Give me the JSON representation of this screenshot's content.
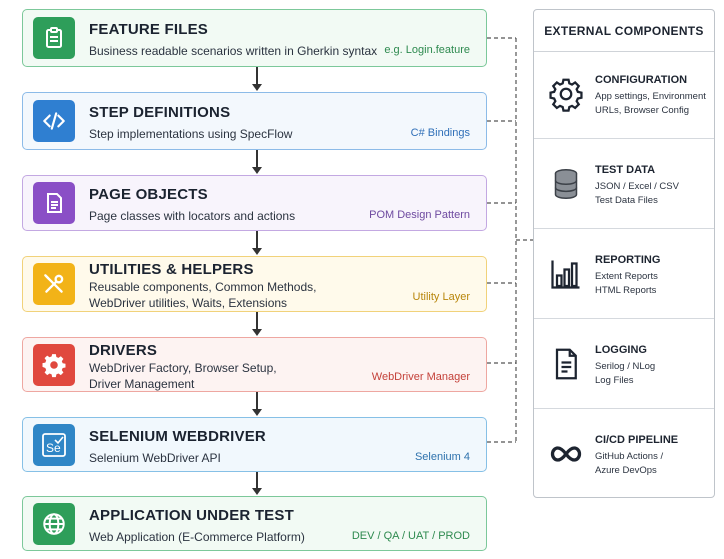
{
  "layers": [
    {
      "title": "FEATURE FILES",
      "desc": [
        "Business readable scenarios written in Gherkin syntax"
      ],
      "tag": "e.g. Login.feature",
      "icon": "clipboard-icon",
      "accent": "#2e9e5a",
      "bg": "#f2faf4",
      "border": "#7cc89a",
      "tag_color": "#2e8a4f"
    },
    {
      "title": "STEP DEFINITIONS",
      "desc": [
        "Step implementations using SpecFlow"
      ],
      "tag": "C# Bindings",
      "icon": "code-icon",
      "accent": "#2f7fd1",
      "bg": "#f3f8fd",
      "border": "#8cbbe8",
      "tag_color": "#2f6fb8"
    },
    {
      "title": "PAGE OBJECTS",
      "desc": [
        "Page classes with locators and actions"
      ],
      "tag": "POM Design Pattern",
      "icon": "document-icon",
      "accent": "#8a4fc6",
      "bg": "#f8f4fc",
      "border": "#c3a8e2",
      "tag_color": "#6e4aa0"
    },
    {
      "title": "UTILITIES & HELPERS",
      "desc": [
        "Reusable components, Common Methods,",
        "WebDriver utilities, Waits, Extensions"
      ],
      "tag": "Utility Layer",
      "icon": "tools-icon",
      "accent": "#f2b318",
      "bg": "#fffaeb",
      "border": "#f1d27a",
      "tag_color": "#b8860b"
    },
    {
      "title": "DRIVERS",
      "desc": [
        "WebDriver Factory, Browser Setup,",
        "Driver Management"
      ],
      "tag": "WebDriver Manager",
      "icon": "gear-icon",
      "accent": "#e0483e",
      "bg": "#fdf3f2",
      "border": "#eea7a1",
      "tag_color": "#c4413a"
    },
    {
      "title": "SELENIUM WEBDRIVER",
      "desc": [
        "Selenium WebDriver API"
      ],
      "tag": "Selenium 4",
      "icon": "selenium-icon",
      "accent": "#2f86c6",
      "bg": "#f1f8fd",
      "border": "#86c0e6",
      "tag_color": "#2e72ad"
    },
    {
      "title": "APPLICATION UNDER TEST",
      "desc": [
        "Web Application (E-Commerce Platform)"
      ],
      "tag": "DEV / QA / UAT / PROD",
      "icon": "globe-icon",
      "accent": "#2e9e5a",
      "bg": "#f2faf4",
      "border": "#7cc89a",
      "tag_color": "#2e8a4f"
    }
  ],
  "external": {
    "header": "EXTERNAL COMPONENTS",
    "items": [
      {
        "title": "CONFIGURATION",
        "desc": [
          "App settings, Environment",
          "URLs, Browser Config"
        ],
        "icon": "settings-icon"
      },
      {
        "title": "TEST DATA",
        "desc": [
          "JSON / Excel / CSV",
          "Test Data Files"
        ],
        "icon": "database-icon"
      },
      {
        "title": "REPORTING",
        "desc": [
          "Extent Reports",
          "HTML Reports"
        ],
        "icon": "bar-chart-icon"
      },
      {
        "title": "LOGGING",
        "desc": [
          "Serilog / NLog",
          "Log Files"
        ],
        "icon": "log-file-icon"
      },
      {
        "title": "CI/CD PIPELINE",
        "desc": [
          "GitHub Actions /",
          "Azure DevOps"
        ],
        "icon": "infinity-icon"
      }
    ]
  }
}
